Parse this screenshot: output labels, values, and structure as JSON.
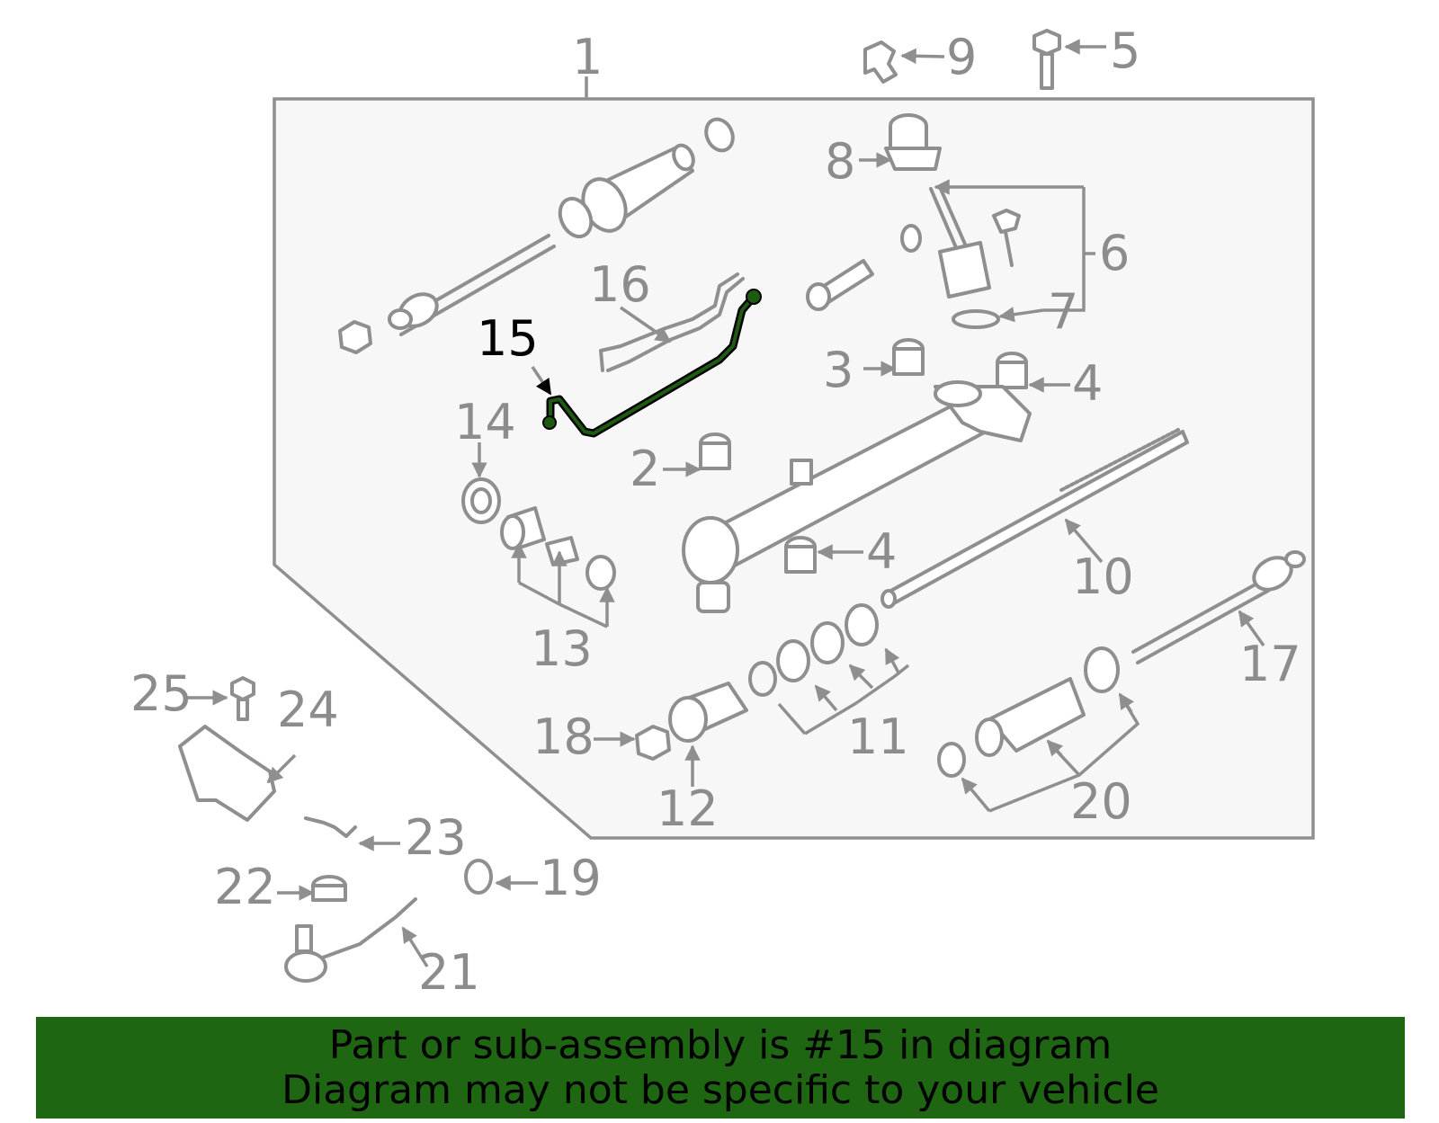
{
  "callouts": {
    "c1": "1",
    "c2": "2",
    "c3": "3",
    "c4a": "4",
    "c4b": "4",
    "c5": "5",
    "c6": "6",
    "c7": "7",
    "c8": "8",
    "c9": "9",
    "c10": "10",
    "c11": "11",
    "c12": "12",
    "c13": "13",
    "c14": "14",
    "c15": "15",
    "c16": "16",
    "c17": "17",
    "c18": "18",
    "c19": "19",
    "c20": "20",
    "c21": "21",
    "c22": "22",
    "c23": "23",
    "c24": "24",
    "c25": "25"
  },
  "highlighted_part": "15",
  "colors": {
    "banner_background": "#1e6612",
    "line_gray": "#8f8f8f",
    "highlight_part": "#1e5a12",
    "panel_fill": "#f7f7f7"
  },
  "banner": {
    "line1": "Part or sub-assembly is #15 in diagram",
    "line2": "Diagram may not be specific to your vehicle"
  }
}
